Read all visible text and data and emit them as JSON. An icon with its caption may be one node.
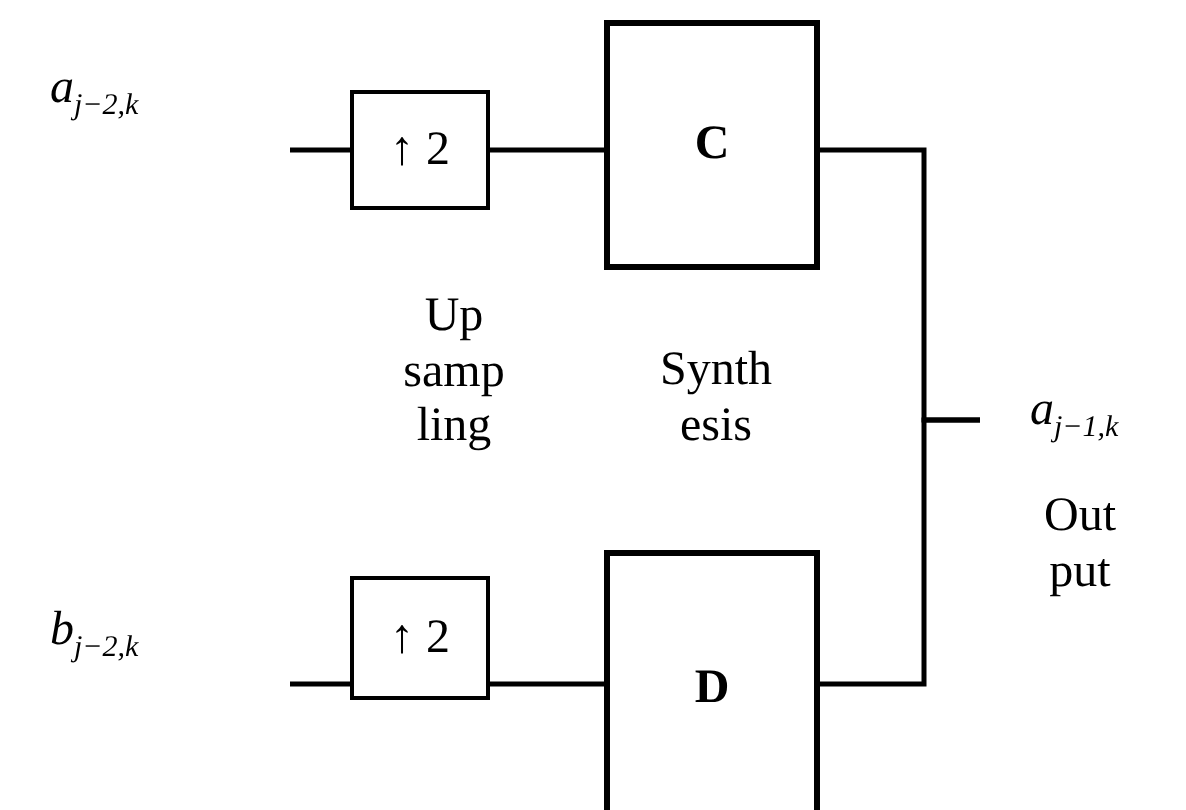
{
  "diagram": {
    "nodes": [
      {
        "text": [
          "a$_{j−2,k}$"
        ]
      },
      {
        "text": [
          "↑ 2"
        ]
      },
      {
        "text": [
          "C"
        ]
      },
      {
        "text": [
          "b$_{j−2,k}$"
        ]
      },
      {
        "text": [
          "↑ 2"
        ]
      },
      {
        "text": [
          "D"
        ]
      },
      {
        "text": [
          "a$_{j−1,k}$"
        ]
      }
    ],
    "edges": [
      {
        "from": null,
        "to": 1,
        "arrow": "none"
      },
      {
        "from": 1,
        "to": 2,
        "arrow": "none"
      },
      {
        "from": null,
        "to": 4,
        "arrow": "none"
      },
      {
        "from": 4,
        "to": 5,
        "arrow": "none"
      },
      {
        "from": 2,
        "to": 6,
        "arrow": "none"
      },
      {
        "from": 5,
        "to": 6,
        "arrow": "none"
      }
    ],
    "labels": [
      "Up samp ling",
      "Synth esis",
      "Out put"
    ]
  }
}
